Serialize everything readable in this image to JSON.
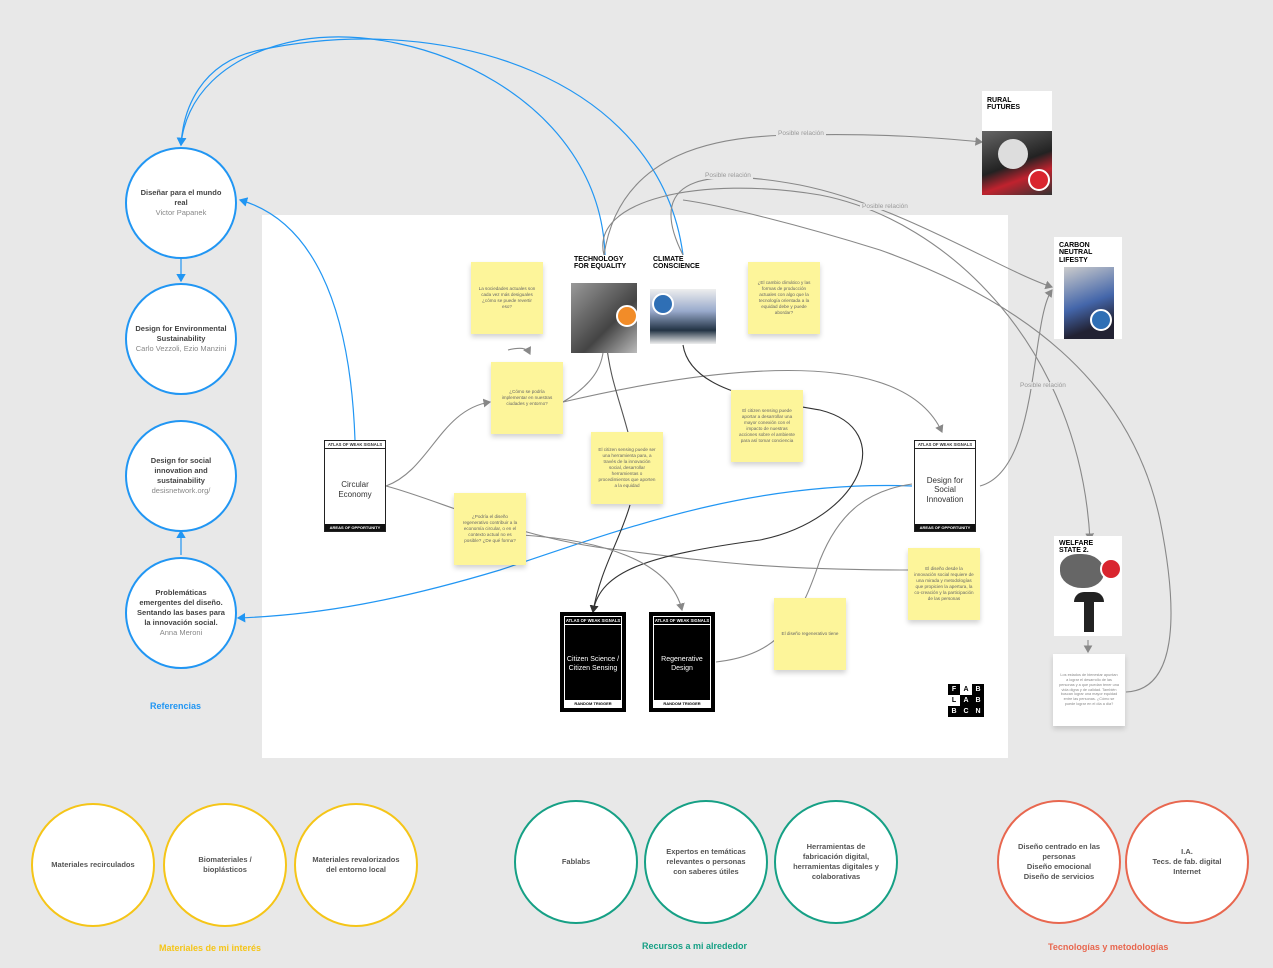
{
  "references": {
    "label": "Referencias",
    "items": [
      {
        "title": "Diseñar para el mundo real",
        "author": "Victor Papanek"
      },
      {
        "title": "Design for Environmental Sustainability",
        "author": "Carlo Vezzoli, Ezio Manzini"
      },
      {
        "title": "Design for social innovation and sustainability",
        "author": "desisnetwork.org/"
      },
      {
        "title": "Problemáticas emergentes del diseño. Sentando las bases para la innovación social.",
        "author": "Anna Meroni"
      }
    ]
  },
  "board": {
    "cards": {
      "circular": {
        "header": "ATLAS OF WEAK SIGNALS",
        "title": "Circular Economy",
        "footer": "AREAS OF OPPORTUNITY"
      },
      "social": {
        "header": "ATLAS OF WEAK SIGNALS",
        "title": "Design for Social Innovation",
        "footer": "AREAS OF OPPORTUNITY"
      },
      "citizen": {
        "header": "ATLAS OF WEAK SIGNALS",
        "title": "Citizen Science / Citizen Sensing",
        "footer": "RANDOM TRIGGER"
      },
      "regen": {
        "header": "ATLAS OF WEAK SIGNALS",
        "title": "Regenerative Design",
        "footer": "RANDOM TRIGGER"
      }
    },
    "posters": {
      "tech": "TECHNOLOGY FOR EQUALITY",
      "climate": "CLIMATE CONSCIENCE"
    },
    "stickies": [
      "La sociedades actuales son cada vez más desiguales ¿cómo se puede revertir eso?",
      "¿Cómo se podría implementar en nuestras ciudades y entorno?",
      "¿El cambio climático y las formas de producción actuales con algo que la tecnología orientada a la equidad debe y puede abordar?",
      "El citizen sensing puede aportar a desarrollar una mayor conexión con el impacto de nuestras acciones sobre el ambiente para así tomar conciencia",
      "El citizen sensing puede ser una herramienta para, a través de la innovación social, desarrollar herramientas o procedimientos que aporten a la equidad",
      "¿Podría el diseño regenerativo contribuir a la economía circular, o en el contexto actual no es posible? ¿De qué forma?",
      "El diseño desde la innovación social requiere de una mirada y metodologías que propicien la apertura, la co-creación y la participación de las personas",
      "El diseño regenerativo tiene"
    ],
    "logo": [
      "F",
      "A",
      "B",
      "L",
      "A",
      "B",
      "B",
      "C",
      "N"
    ]
  },
  "external": {
    "rural": "RURAL FUTURES",
    "carbon": "CARBON NEUTRAL LIFESTY",
    "welfare": "WELFARE STATE 2.",
    "welfare_note": "Los estados de bienestar apuntan a lograr el desarrollo de las personas y a que puedan tener una vida digna y de calidad. También buscan lograr una mayor equidad entre las personas. ¿Cómo se puede lograr en el día a día?",
    "edge_label": "Posible relación"
  },
  "groups": [
    {
      "label": "Materiales de mi interés",
      "color": "#f5c518",
      "items": [
        "Materiales recirculados",
        "Biomateriales / bioplásticos",
        "Materiales revalorizados del entorno local"
      ]
    },
    {
      "label": "Recursos a mi alrededor",
      "color": "#16a085",
      "items": [
        "Fablabs",
        "Expertos en temáticas relevantes o personas con saberes útiles",
        "Herramientas de fabricación digital, herramientas digitales y colaborativas"
      ]
    },
    {
      "label": "Tecnologías y metodologías",
      "color": "#e8674f",
      "items": [
        "Diseño centrado en las personas\nDiseño emocional\nDiseño de servicios",
        "I.A.\nTecs. de fab. digital\nInternet"
      ]
    }
  ],
  "colors": {
    "reference_blue": "#2196f3",
    "sticky": "#fdf59a",
    "connector_gray": "#888888"
  }
}
